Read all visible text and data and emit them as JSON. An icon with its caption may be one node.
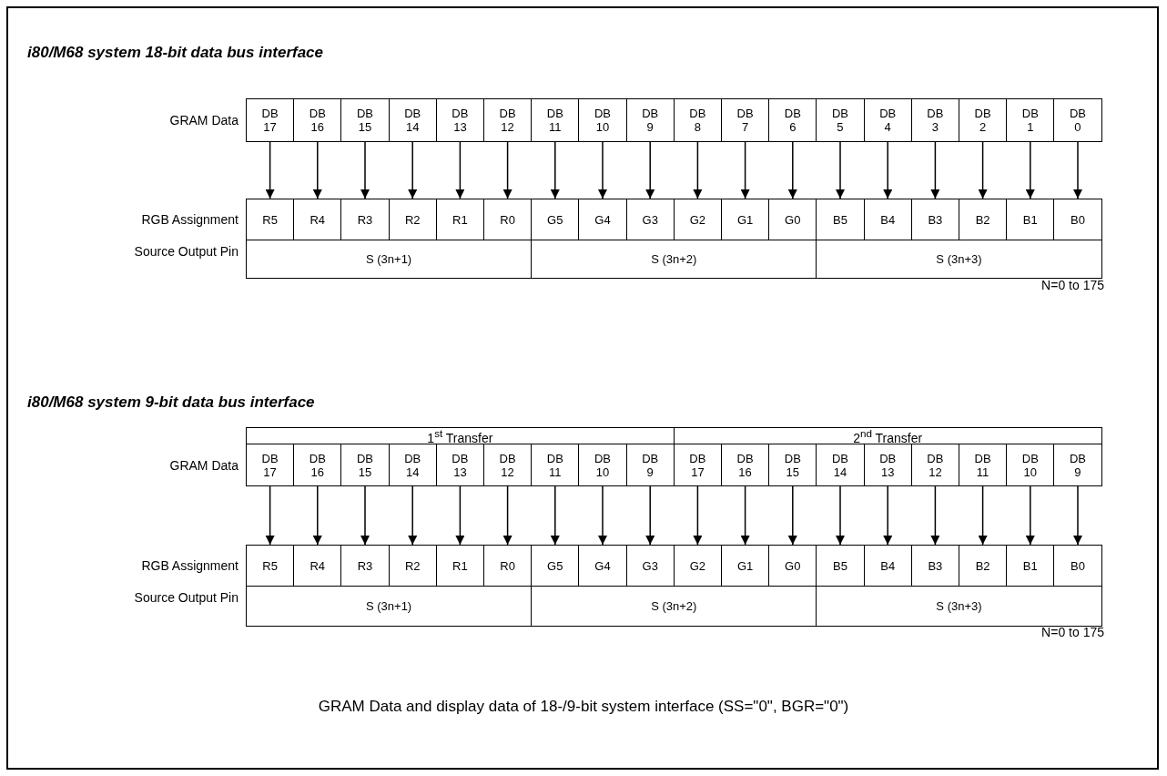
{
  "diagram": {
    "caption": "GRAM Data and display data of 18-/9-bit system interface (SS=\"0\", BGR=\"0\")",
    "nodes": [
      {
        "text": [
          "DB 17"
        ]
      },
      {
        "text": [
          "DB 16"
        ]
      },
      {
        "text": [
          "DB 15"
        ]
      },
      {
        "text": [
          "DB 14"
        ]
      },
      {
        "text": [
          "DB 13"
        ]
      },
      {
        "text": [
          "DB 12"
        ]
      },
      {
        "text": [
          "DB 11"
        ]
      },
      {
        "text": [
          "DB 10"
        ]
      },
      {
        "text": [
          "DB 9"
        ]
      },
      {
        "text": [
          "DB 8"
        ]
      },
      {
        "text": [
          "DB 7"
        ]
      },
      {
        "text": [
          "DB 6"
        ]
      },
      {
        "text": [
          "DB 5"
        ]
      },
      {
        "text": [
          "DB 4"
        ]
      },
      {
        "text": [
          "DB 3"
        ]
      },
      {
        "text": [
          "DB 2"
        ]
      },
      {
        "text": [
          "DB 1"
        ]
      },
      {
        "text": [
          "DB 0"
        ]
      },
      {
        "text": [
          "R5"
        ]
      },
      {
        "text": [
          "R4"
        ]
      },
      {
        "text": [
          "R3"
        ]
      },
      {
        "text": [
          "R2"
        ]
      },
      {
        "text": [
          "R1"
        ]
      },
      {
        "text": [
          "R0"
        ]
      },
      {
        "text": [
          "G5"
        ]
      },
      {
        "text": [
          "G4"
        ]
      },
      {
        "text": [
          "G3"
        ]
      },
      {
        "text": [
          "G2"
        ]
      },
      {
        "text": [
          "G1"
        ]
      },
      {
        "text": [
          "G0"
        ]
      },
      {
        "text": [
          "B5"
        ]
      },
      {
        "text": [
          "B4"
        ]
      },
      {
        "text": [
          "B3"
        ]
      },
      {
        "text": [
          "B2"
        ]
      },
      {
        "text": [
          "B1"
        ]
      },
      {
        "text": [
          "B0"
        ]
      },
      {
        "text": [
          "S (3n+1)"
        ]
      },
      {
        "text": [
          "S (3n+2)"
        ]
      },
      {
        "text": [
          "S (3n+3)"
        ]
      },
      {
        "text": [
          "1$^{st}$ Transfer"
        ]
      },
      {
        "text": [
          "2$^{nd}$ Transfer"
        ]
      },
      {
        "text": [
          "DB 17"
        ]
      },
      {
        "text": [
          "DB 16"
        ]
      },
      {
        "text": [
          "DB 15"
        ]
      },
      {
        "text": [
          "DB 14"
        ]
      },
      {
        "text": [
          "DB 13"
        ]
      },
      {
        "text": [
          "DB 12"
        ]
      },
      {
        "text": [
          "DB 11"
        ]
      },
      {
        "text": [
          "DB 10"
        ]
      },
      {
        "text": [
          "DB 9"
        ]
      },
      {
        "text": [
          "DB 17"
        ]
      },
      {
        "text": [
          "DB 16"
        ]
      },
      {
        "text": [
          "DB 15"
        ]
      },
      {
        "text": [
          "DB 14"
        ]
      },
      {
        "text": [
          "DB 13"
        ]
      },
      {
        "text": [
          "DB 12"
        ]
      },
      {
        "text": [
          "DB 11"
        ]
      },
      {
        "text": [
          "DB 10"
        ]
      },
      {
        "text": [
          "DB 9"
        ]
      },
      {
        "text": [
          "R5"
        ]
      },
      {
        "text": [
          "R4"
        ]
      },
      {
        "text": [
          "R3"
        ]
      },
      {
        "text": [
          "R2"
        ]
      },
      {
        "text": [
          "R1"
        ]
      },
      {
        "text": [
          "R0"
        ]
      },
      {
        "text": [
          "G5"
        ]
      },
      {
        "text": [
          "G4"
        ]
      },
      {
        "text": [
          "G3"
        ]
      },
      {
        "text": [
          "G2"
        ]
      },
      {
        "text": [
          "G1"
        ]
      },
      {
        "text": [
          "G0"
        ]
      },
      {
        "text": [
          "B5"
        ]
      },
      {
        "text": [
          "B4"
        ]
      },
      {
        "text": [
          "B3"
        ]
      },
      {
        "text": [
          "B2"
        ]
      },
      {
        "text": [
          "B1"
        ]
      },
      {
        "text": [
          "B0"
        ]
      },
      {
        "text": [
          "S (3n+1)"
        ]
      },
      {
        "text": [
          "S (3n+2)"
        ]
      },
      {
        "text": [
          "S (3n+3)"
        ]
      }
    ],
    "edges": [
      {
        "from": 0,
        "to": 18,
        "arrow": "to"
      },
      {
        "from": 1,
        "to": 19,
        "arrow": "to"
      },
      {
        "from": 2,
        "to": 20,
        "arrow": "to"
      },
      {
        "from": 3,
        "to": 21,
        "arrow": "to"
      },
      {
        "from": 4,
        "to": 22,
        "arrow": "to"
      },
      {
        "from": 5,
        "to": 23,
        "arrow": "to"
      },
      {
        "from": 6,
        "to": 24,
        "arrow": "to"
      },
      {
        "from": 7,
        "to": 25,
        "arrow": "to"
      },
      {
        "from": 8,
        "to": 26,
        "arrow": "to"
      },
      {
        "from": 9,
        "to": 27,
        "arrow": "to"
      },
      {
        "from": 10,
        "to": 28,
        "arrow": "to"
      },
      {
        "from": 11,
        "to": 29,
        "arrow": "to"
      },
      {
        "from": 12,
        "to": 30,
        "arrow": "to"
      },
      {
        "from": 13,
        "to": 31,
        "arrow": "to"
      },
      {
        "from": 14,
        "to": 32,
        "arrow": "to"
      },
      {
        "from": 15,
        "to": 33,
        "arrow": "to"
      },
      {
        "from": 16,
        "to": 34,
        "arrow": "to"
      },
      {
        "from": 17,
        "to": 35,
        "arrow": "to"
      },
      {
        "from": 41,
        "to": 59,
        "arrow": "to"
      },
      {
        "from": 42,
        "to": 60,
        "arrow": "to"
      },
      {
        "from": 43,
        "to": 61,
        "arrow": "to"
      },
      {
        "from": 44,
        "to": 62,
        "arrow": "to"
      },
      {
        "from": 45,
        "to": 63,
        "arrow": "to"
      },
      {
        "from": 46,
        "to": 64,
        "arrow": "to"
      },
      {
        "from": 47,
        "to": 65,
        "arrow": "to"
      },
      {
        "from": 48,
        "to": 66,
        "arrow": "to"
      },
      {
        "from": 49,
        "to": 67,
        "arrow": "to"
      },
      {
        "from": 50,
        "to": 68,
        "arrow": "to"
      },
      {
        "from": 51,
        "to": 69,
        "arrow": "to"
      },
      {
        "from": 52,
        "to": 70,
        "arrow": "to"
      },
      {
        "from": 53,
        "to": 71,
        "arrow": "to"
      },
      {
        "from": 54,
        "to": 72,
        "arrow": "to"
      },
      {
        "from": 55,
        "to": 73,
        "arrow": "to"
      },
      {
        "from": 56,
        "to": 74,
        "arrow": "to"
      },
      {
        "from": 57,
        "to": 75,
        "arrow": "to"
      },
      {
        "from": 58,
        "to": 76,
        "arrow": "to"
      }
    ],
    "labels": [
      "i80/M68 system 18-bit data bus interface",
      "GRAM Data",
      "RGB Assignment",
      "Source Output Pin",
      "N=0 to 175",
      "i80/M68 system 9-bit data bus interface",
      "GRAM Data",
      "RGB Assignment",
      "Source Output Pin",
      "N=0 to 175"
    ]
  }
}
